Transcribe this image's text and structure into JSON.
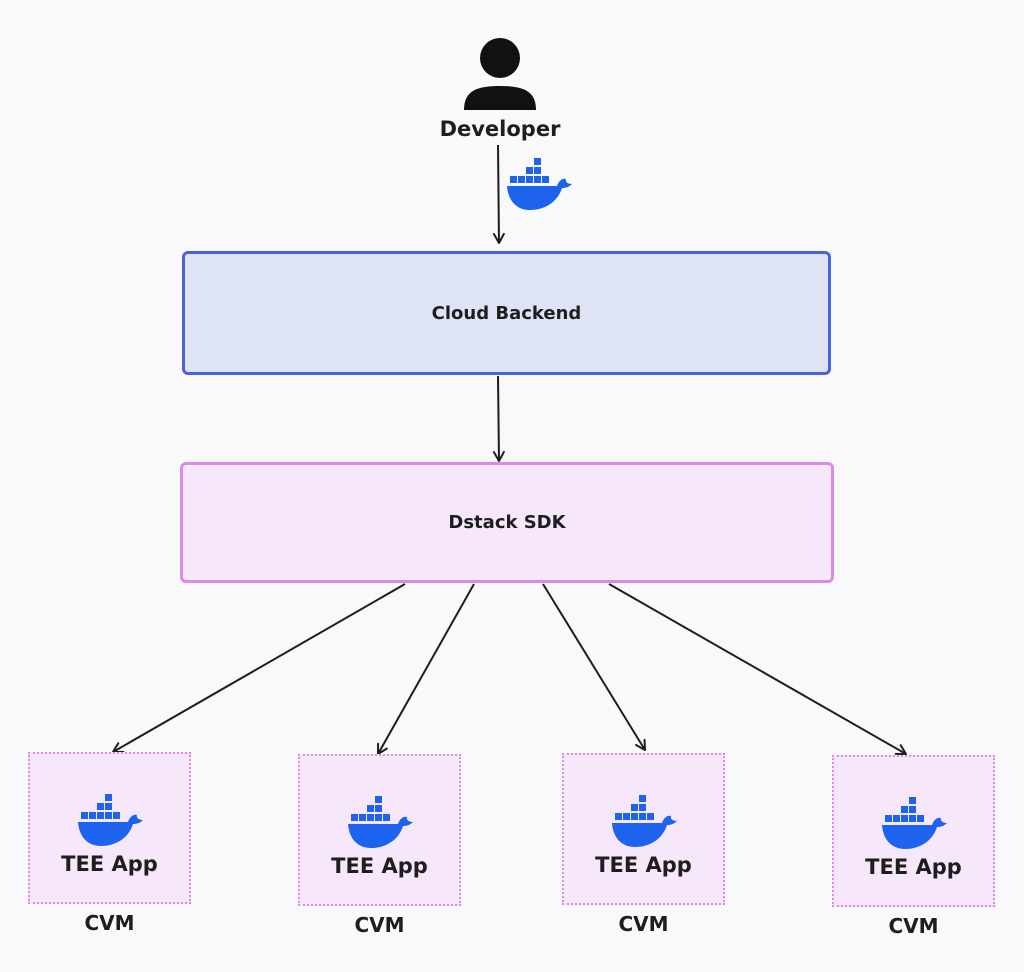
{
  "developer": {
    "label": "Developer",
    "icon": "user-icon"
  },
  "docker_icon": "docker-whale-icon",
  "cloud_backend": {
    "label": "Cloud Backend",
    "fill": "#dfe3f6",
    "border": "#4a63d9"
  },
  "dstack_sdk": {
    "label": "Dstack SDK",
    "fill": "#f6e8fa",
    "border": "#d98be6"
  },
  "cvms": [
    {
      "app_label": "TEE App",
      "label": "CVM"
    },
    {
      "app_label": "TEE App",
      "label": "CVM"
    },
    {
      "app_label": "TEE App",
      "label": "CVM"
    },
    {
      "app_label": "TEE App",
      "label": "CVM"
    }
  ],
  "colors": {
    "docker_blue": "#1d63ed",
    "arrow": "#1e1e1e"
  }
}
